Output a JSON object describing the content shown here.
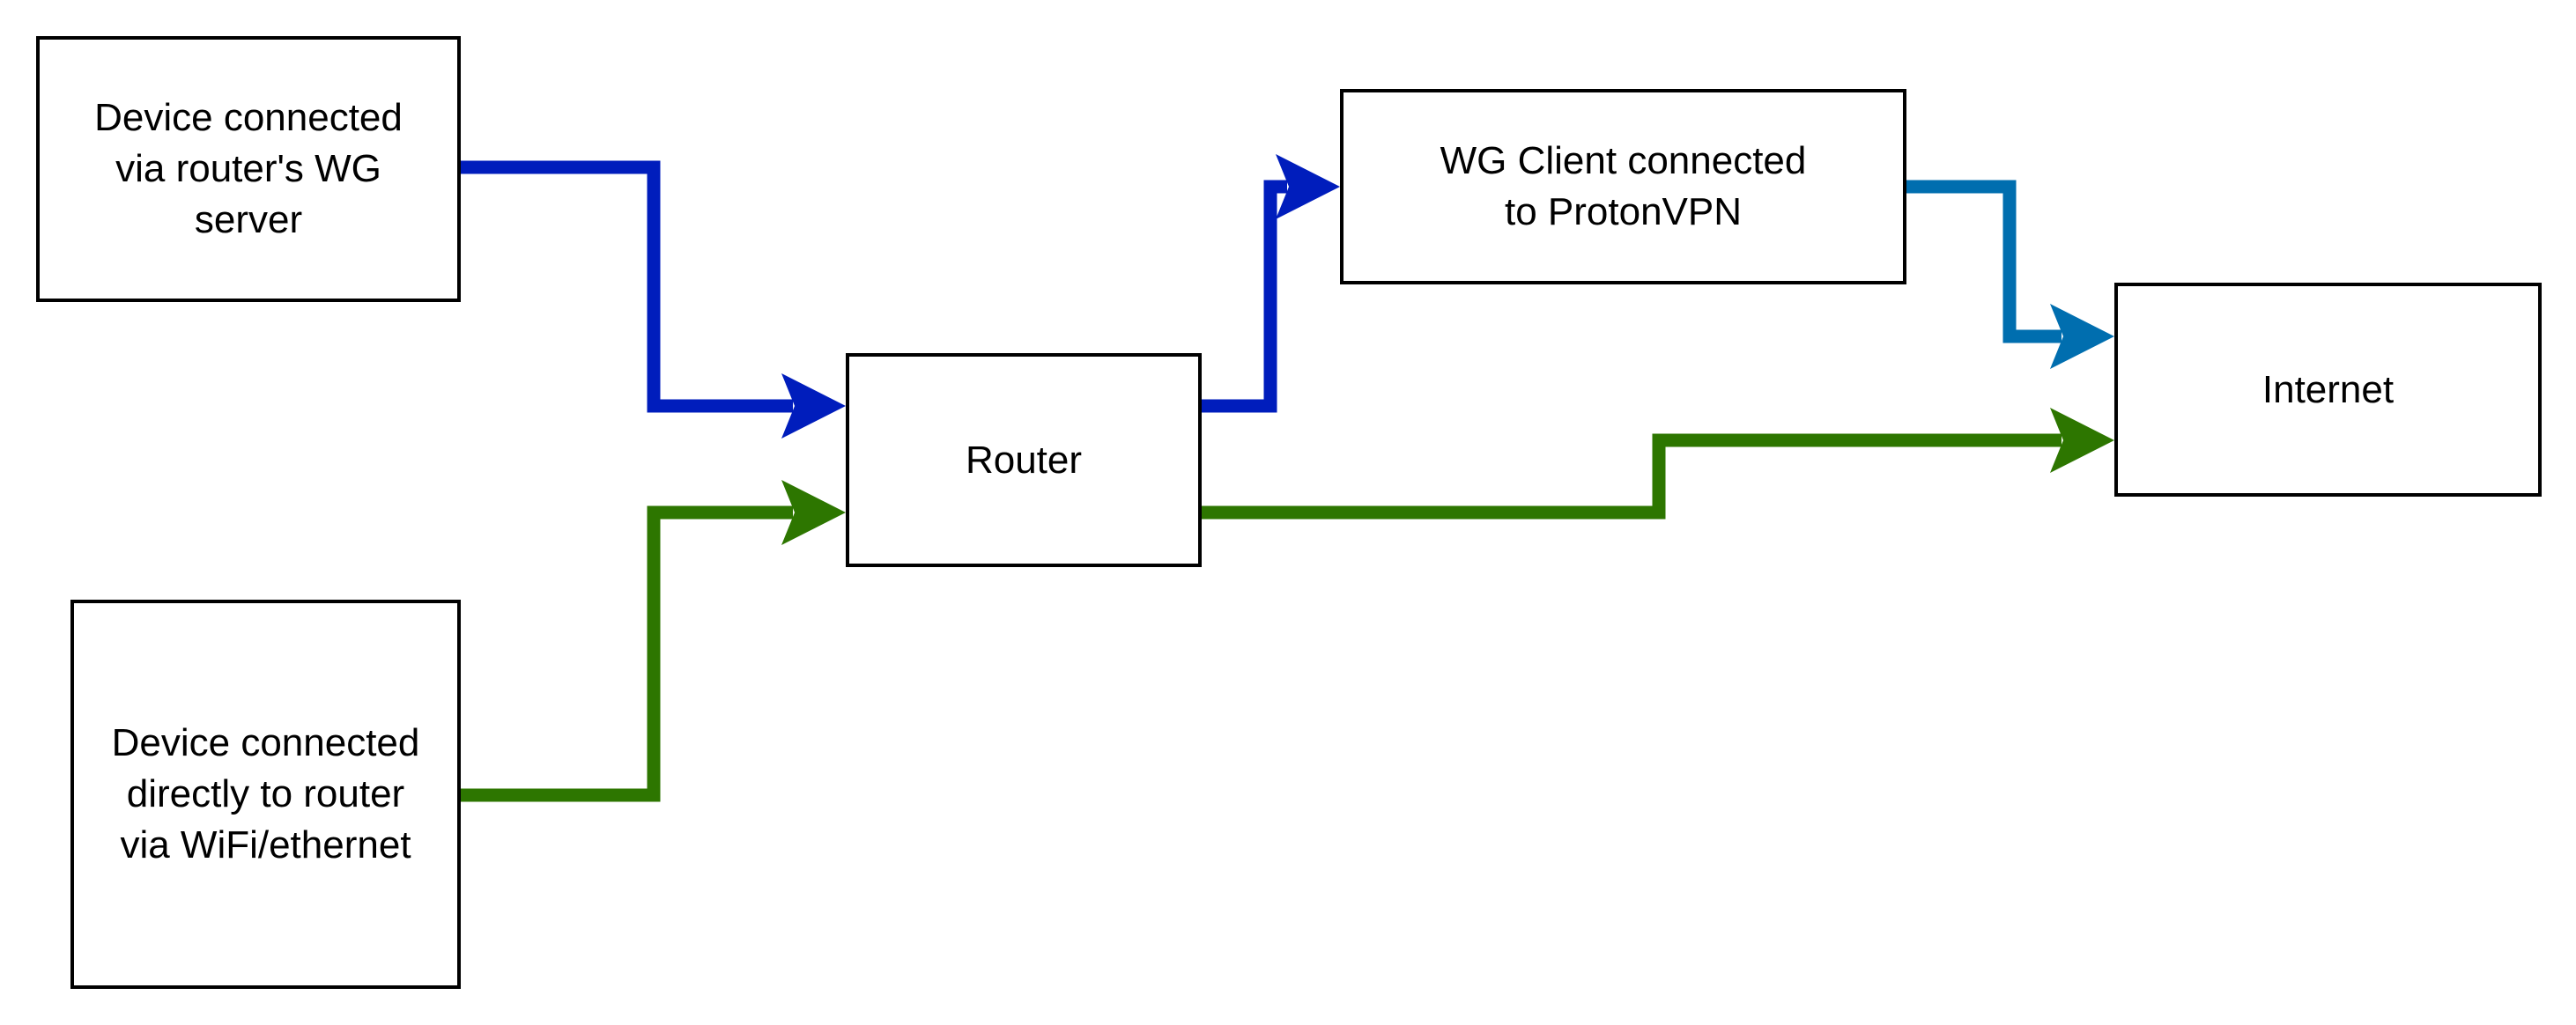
{
  "diagram": {
    "nodes": [
      {
        "id": "dev-wg",
        "label": "Device connected\nvia router's WG\nserver"
      },
      {
        "id": "dev-direct",
        "label": "Device connected\ndirectly to router\nvia WiFi/ethernet"
      },
      {
        "id": "router",
        "label": "Router"
      },
      {
        "id": "wg-client",
        "label": "WG Client connected\nto ProtonVPN"
      },
      {
        "id": "internet",
        "label": "Internet"
      }
    ],
    "edges": [
      {
        "id": "e1",
        "from": "dev-wg",
        "to": "router",
        "color": "#001DBC"
      },
      {
        "id": "e2",
        "from": "dev-direct",
        "to": "router",
        "color": "#2D7600"
      },
      {
        "id": "e3",
        "from": "router",
        "to": "wg-client",
        "color": "#001DBC"
      },
      {
        "id": "e4",
        "from": "wg-client",
        "to": "internet",
        "color": "#006EAF"
      },
      {
        "id": "e5",
        "from": "router",
        "to": "internet",
        "color": "#2D7600"
      }
    ]
  }
}
